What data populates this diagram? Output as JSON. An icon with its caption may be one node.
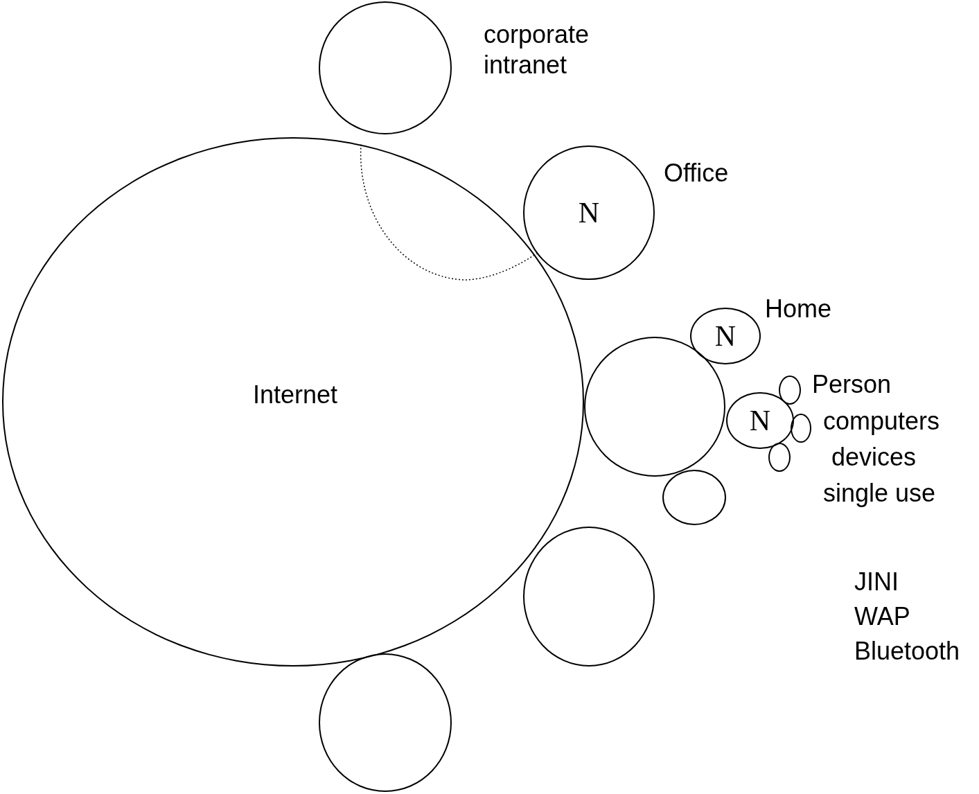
{
  "diagram": {
    "nodes": [
      {
        "text": [
          "Internet"
        ]
      },
      {
        "text": [],
        "shape": "circle",
        "beside": [
          "corporate intranet"
        ]
      },
      {
        "text": [
          "N"
        ],
        "beside": [
          "Office"
        ]
      },
      {
        "text": [],
        "shape": "circle"
      },
      {
        "text": [
          "N"
        ],
        "beside": [
          "Home"
        ]
      },
      {
        "text": [
          "N"
        ],
        "beside": [
          "Person",
          "computers",
          "devices",
          "single use"
        ]
      },
      {
        "text": [],
        "shape": "circle"
      },
      {
        "text": [],
        "shape": "circle"
      },
      {
        "text": [],
        "shape": "circle"
      },
      {
        "text": [],
        "shape": "circle"
      },
      {
        "text": [],
        "shape": "circle"
      },
      {
        "text": [],
        "shape": "circle"
      }
    ],
    "edges": [
      {
        "from": 0,
        "to": 2,
        "arrow": "none",
        "style": "dashed"
      }
    ],
    "labels": [
      "JINI",
      "WAP",
      "Bluetooth"
    ]
  }
}
